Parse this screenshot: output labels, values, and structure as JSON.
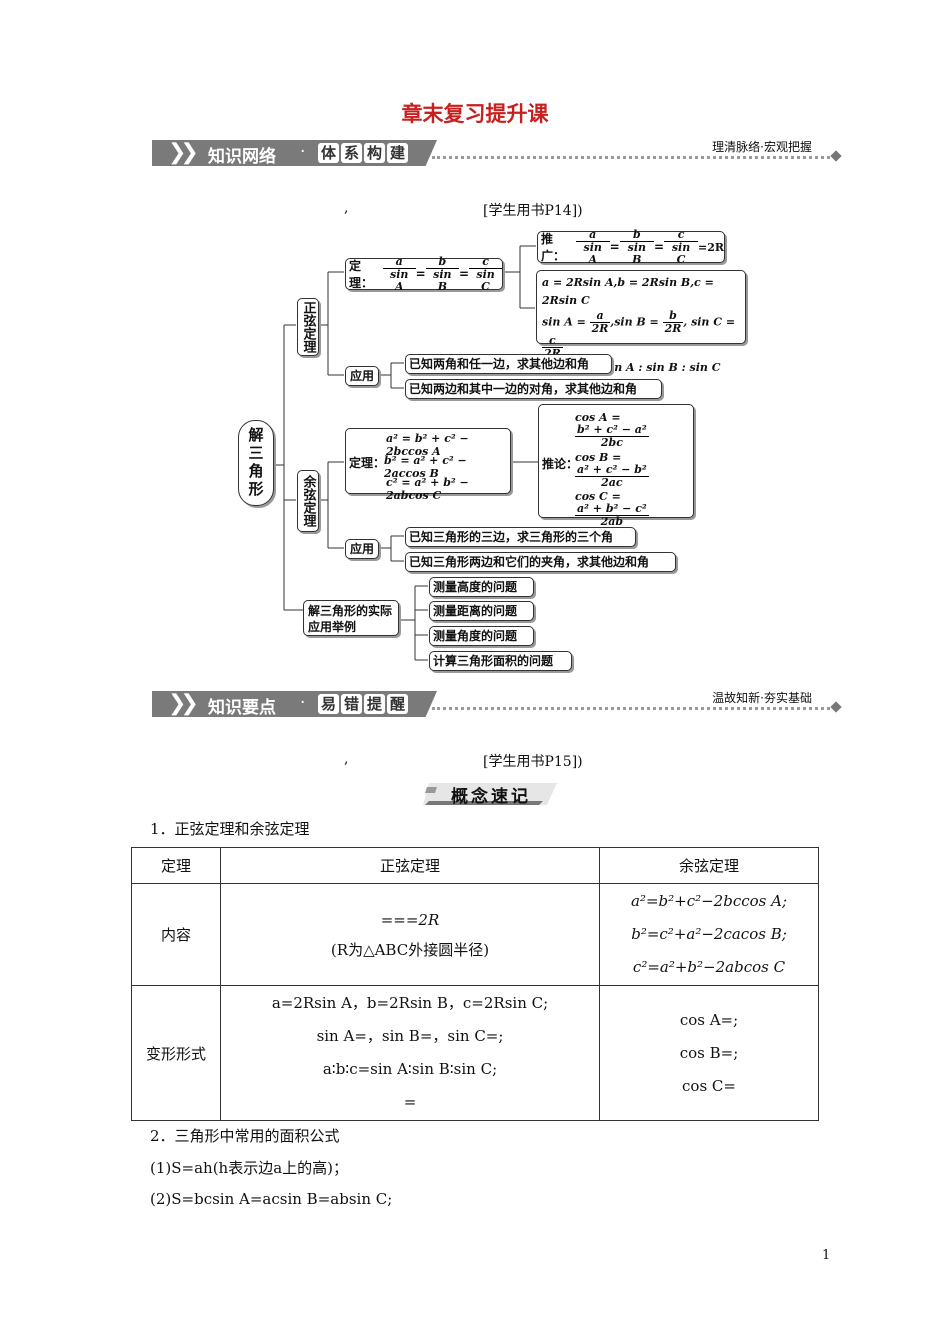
{
  "title": "章末复习提升课",
  "banner1": {
    "left_a": "知识网络",
    "dot": "·",
    "left_b": [
      "体",
      "系",
      "构",
      "建"
    ],
    "right": "理清脉络·宏观把握"
  },
  "banner2": {
    "left_a": "知识要点",
    "dot": "·",
    "left_b": [
      "易",
      "错",
      "提",
      "醒"
    ],
    "right": "温故知新·夯实基础"
  },
  "ref1": {
    "comma": ",",
    "text": "[学生用书P14])"
  },
  "ref2": {
    "comma": ",",
    "text": "[学生用书P15])"
  },
  "mindmap": {
    "root": "解三角形",
    "sine": "正弦定理",
    "cosine": "余弦定理",
    "practical": "解三角形的实际应用举例",
    "theorem_label": "定理：",
    "tuiguang": "推广：",
    "tuilun": "推论：",
    "apply": "应用",
    "eq2r": "=2R",
    "sin_forms": [
      "a = 2Rsin A,b = 2Rsin B,c = 2Rsin C",
      "a : b : c = sin A : sin B : sin C"
    ],
    "sine_apply": [
      "已知两角和任一边，求其他边和角",
      "已知两边和其中一边的对角，求其他边和角"
    ],
    "cos_thm": [
      "a² = b² + c² − 2bccos A",
      "b² = a² + c² − 2accos B",
      "c² = a² + b² − 2abcos C"
    ],
    "cos_apply": [
      "已知三角形的三边，求三角形的三个角",
      "已知三角形两边和它们的夹角，求其他边和角"
    ],
    "practical_items": [
      "测量高度的问题",
      "测量距离的问题",
      "测量角度的问题",
      "计算三角形面积的问题"
    ]
  },
  "section_label": "概念速记",
  "heading1": "1．正弦定理和余弦定理",
  "table": {
    "headers": [
      "定理",
      "正弦定理",
      "余弦定理"
    ],
    "rows": [
      {
        "label": "内容",
        "sine": [
          "===2R",
          "(R为△ABC外接圆半径)"
        ],
        "cos": [
          "a²=b²+c²−2bccos A;",
          "b²=c²+a²−2cacos B;",
          "c²=a²+b²−2abcos C"
        ]
      },
      {
        "label": "变形形式",
        "sine": [
          "a=2Rsin A，b=2Rsin B，c=2Rsin C;",
          "sin A=，sin B=，sin C=;",
          "a∶b∶c=sin A∶sin B∶sin C;",
          "="
        ],
        "cos": [
          "cos A=;",
          "cos B=;",
          "cos C="
        ]
      }
    ]
  },
  "heading2": "2．三角形中常用的面积公式",
  "formula1": "(1)S=ah(h表示边a上的高)；",
  "formula2": "(2)S=bcsin A=acsin B=absin C;",
  "page_number": "1"
}
